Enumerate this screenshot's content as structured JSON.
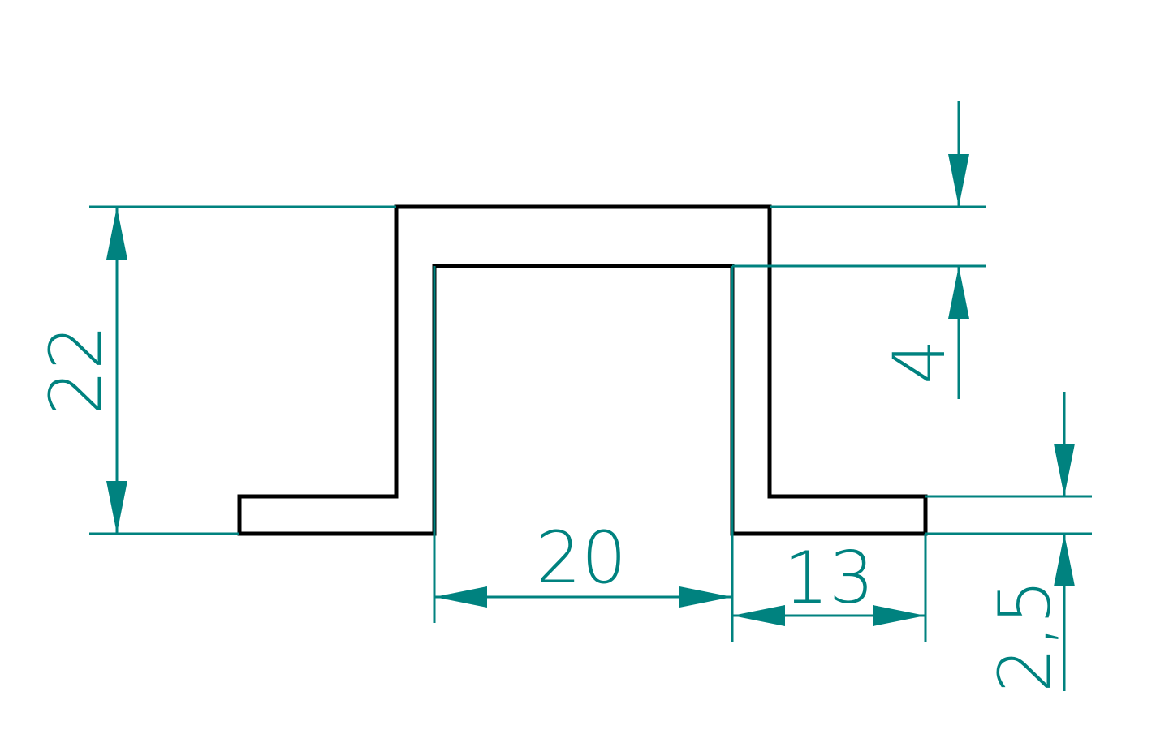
{
  "drawing": {
    "line_color": "#00827f",
    "profile_color": "#000000",
    "background": "#ffffff",
    "dimensions": {
      "height_total": "22",
      "inner_width": "20",
      "flange_width": "13",
      "top_thickness": "4",
      "flange_thickness": "2,5"
    }
  }
}
